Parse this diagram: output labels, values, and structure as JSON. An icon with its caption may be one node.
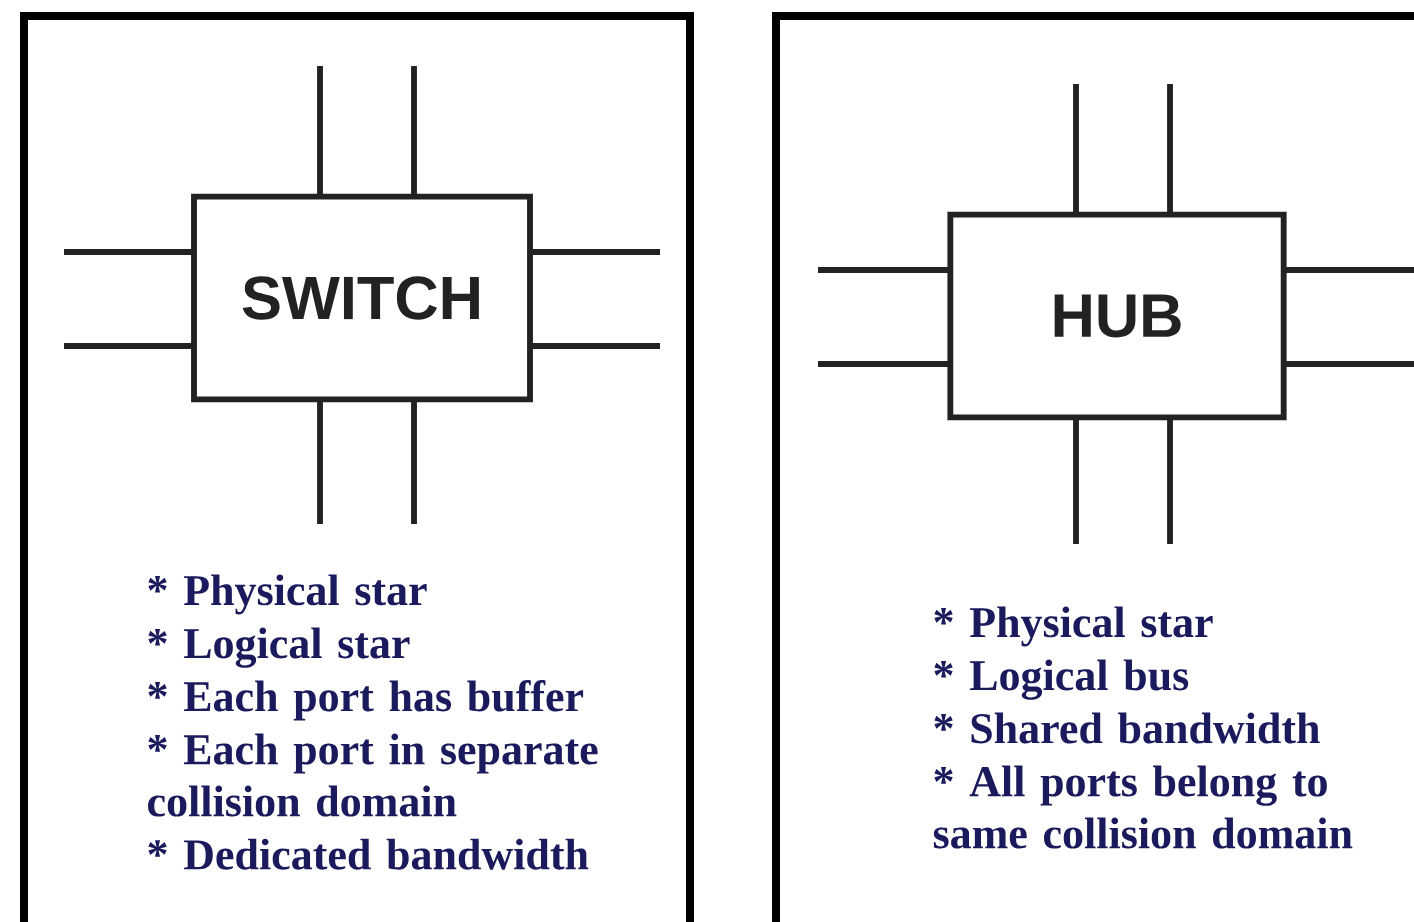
{
  "diagram": {
    "nodes": [
      {
        "text": [
          "* Physical star",
          "* Logical star",
          "* Each port has buffer",
          "* Each port in separate collision domain",
          "* Dedicated bandwidth"
        ]
      },
      {
        "text": [
          "SWITCH"
        ],
        "in": 0
      },
      {
        "text": [
          "* Physical star",
          "* Logical bus",
          "* Shared bandwidth",
          "* All ports belong to same collision domain"
        ]
      },
      {
        "text": [
          "HUB"
        ],
        "in": 2
      }
    ]
  }
}
